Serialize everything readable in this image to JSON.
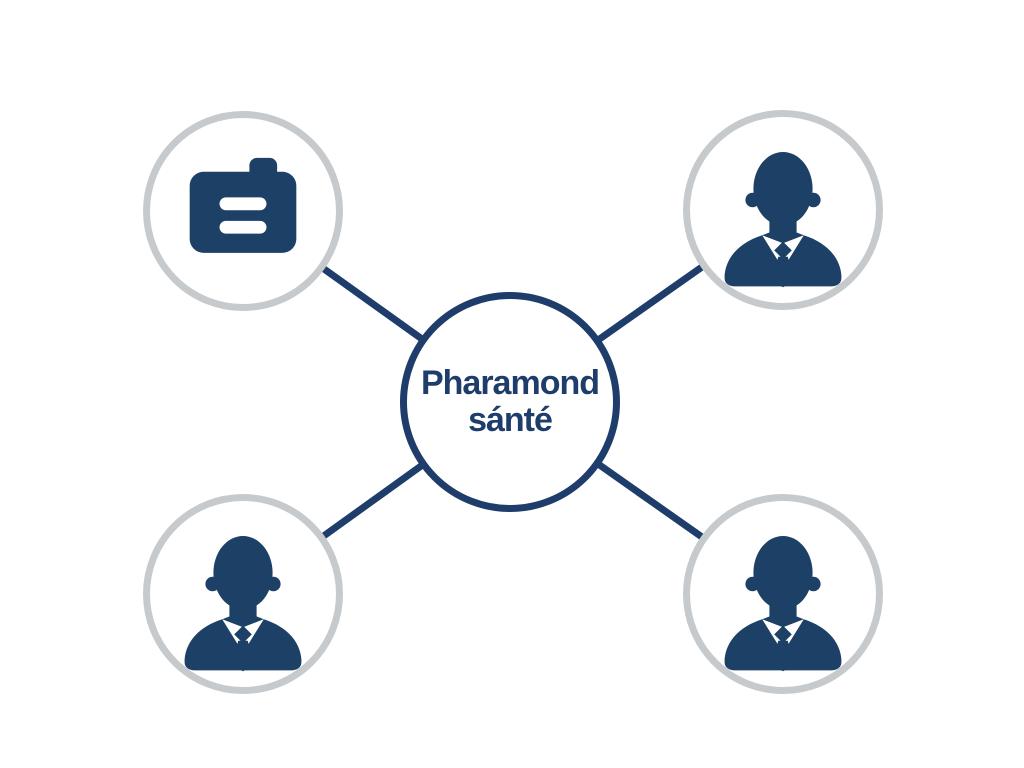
{
  "diagram": {
    "center_node": {
      "title_line1": "Pharamond",
      "title_line2": "sánté"
    },
    "nodes": [
      {
        "id": "top-left",
        "icon": "id-card-icon"
      },
      {
        "id": "top-right",
        "icon": "businessman-icon"
      },
      {
        "id": "bottom-left",
        "icon": "businessman-icon"
      },
      {
        "id": "bottom-right",
        "icon": "businessman-icon"
      }
    ],
    "connector_count": 4,
    "colors": {
      "navy": "#1e3d6b",
      "icon_navy": "#1d4166",
      "circle_gray": "#c6cacd",
      "background": "#ffffff"
    }
  }
}
